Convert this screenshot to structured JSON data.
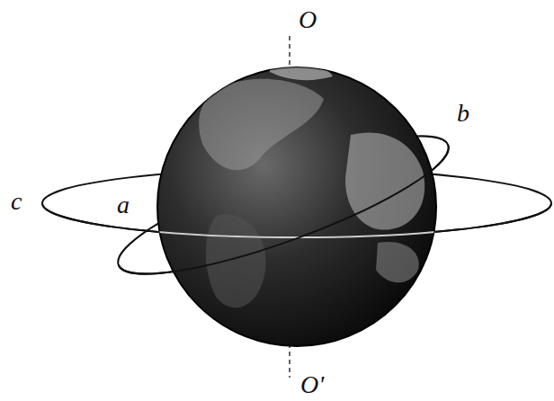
{
  "diagram": {
    "labels": [
      "O",
      "a",
      "b",
      "c",
      "O'"
    ]
  }
}
